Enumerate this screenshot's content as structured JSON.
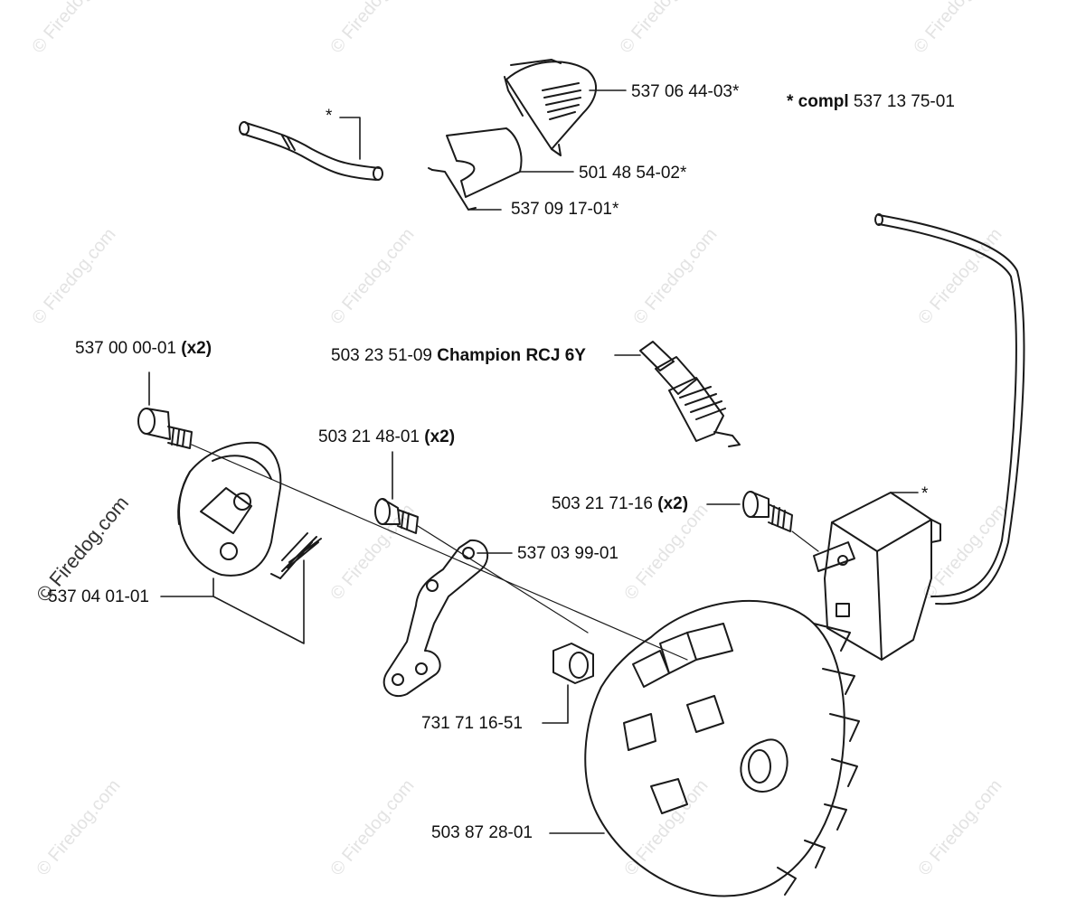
{
  "watermark": {
    "text": "Firedog.com",
    "copyright_symbol": "©"
  },
  "parts": [
    {
      "id": "p1",
      "number": "537 06 44-03*",
      "suffix": ""
    },
    {
      "id": "p2",
      "number": "501 48 54-02*",
      "suffix": ""
    },
    {
      "id": "p3",
      "number": "537 09 17-01*",
      "suffix": ""
    },
    {
      "id": "p4",
      "number": "537 00 00-01",
      "suffix": "(x2)"
    },
    {
      "id": "p5",
      "number": "503 23 51-09",
      "suffix": "Champion RCJ 6Y"
    },
    {
      "id": "p6",
      "number": "503 21 48-01",
      "suffix": "(x2)"
    },
    {
      "id": "p7",
      "number": "503 21 71-16",
      "suffix": "(x2)"
    },
    {
      "id": "p8",
      "number": "537 03 99-01",
      "suffix": ""
    },
    {
      "id": "p9",
      "number": "537 04 01-01",
      "suffix": ""
    },
    {
      "id": "p10",
      "number": "731 71 16-51",
      "suffix": ""
    },
    {
      "id": "p11",
      "number": "503 87 28-01",
      "suffix": ""
    }
  ],
  "compl_note": {
    "prefix": "* compl",
    "number": "537 13 75-01"
  },
  "asterisk": "*",
  "colors": {
    "line": "#1a1a1a",
    "watermark": "#e3e3e3"
  }
}
